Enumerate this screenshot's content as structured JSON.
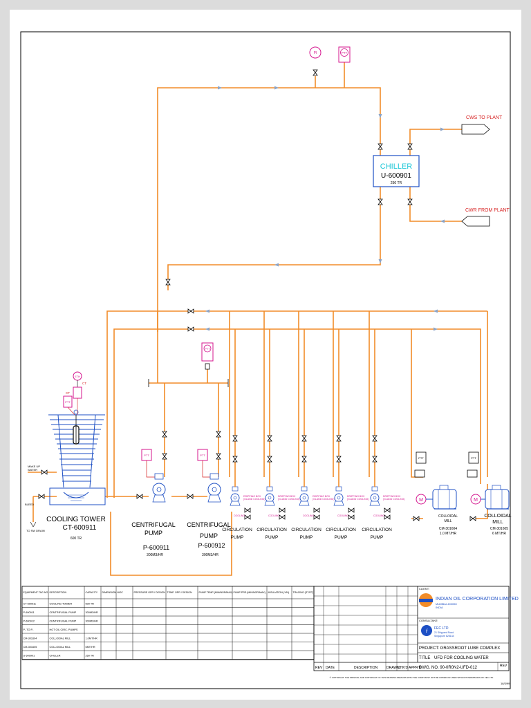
{
  "colors": {
    "pipe": "#f28c28",
    "instrument": "#d4148e",
    "stream_label": "#d61f1f",
    "chiller_title": "#20c8d8",
    "equipment": "#1d4fc4",
    "client_text": "#1d4fc4"
  },
  "instruments": {
    "pi": "PI",
    "ptt": "PTT",
    "ptt_tower": "PTT",
    "ptt_header": "PTT",
    "ptt_pump_1": "PTT",
    "ptt_pump_2": "PTT",
    "ptt_mill": "PTT",
    "ti_tower": "ETH",
    "ct_label": "CT",
    "pt_label": "CT"
  },
  "streams": {
    "cws_to_plant": "CWS TO PLANT",
    "cwr_from_plant": "CWR FROM PLANT",
    "make_up": "MAKE UP\nWATER",
    "make_up_1": "MAKE UP",
    "make_up_2": "WATER",
    "bleed": "BLEED",
    "to_drain": "TO SW DRAIN"
  },
  "equipment": {
    "chiller_title": "CHILLER",
    "chiller_tag": "U-600901",
    "chiller_cap": "250 TR",
    "tower_name": "COOLING TOWER",
    "tower_tag": "CT-600911",
    "tower_cap": "600 TR",
    "pump1_l1": "CENTRIFUGAL",
    "pump1_l2": "PUMP",
    "pump1_tag": "P-600911",
    "pump1_cap": "300M3/HR",
    "pump2_l1": "CENTRIFUGAL",
    "pump2_l2": "PUMP",
    "pump2_tag": "P-600912",
    "pump2_cap": "300M3/HR",
    "circ_l1": "CIRCULATION",
    "circ_l2": "PUMP",
    "circ_tag_a": "DRIPPING BOX",
    "circ_tag_b": "(GLAND COOLING)",
    "circ_tag_c": "COOLING",
    "mill1_name": "COLLOIDAL\nMILL",
    "mill1_l1": "COLLOIDAL",
    "mill1_l2": "MILL",
    "mill1_tag": "CM-301604",
    "mill1_cap": "1.0 MT/HR",
    "mill2_l1": "COLLOIDAL",
    "mill2_l2": "MILL",
    "mill2_tag": "CM-301605",
    "mill2_cap": "6 MT/HR",
    "motor": "M"
  },
  "equipment_table": {
    "headers": [
      "EQUIPMENT TAG NO.",
      "DESCRIPTION",
      "CAPACITY",
      "DIMENSION",
      "MOC",
      "PRESSURE OPR / DESIGN",
      "TEMP. OPR / DESIGN",
      "PUMP TEMP (MIN/NOR/MAX)",
      "PUMP PRE.(MIN/NOR/MAX)",
      "INSULATION (Y/N)",
      "TRACING (ST/ET)"
    ],
    "rows": [
      [
        "CT-600911",
        "COOLING TOWER",
        "600 TR"
      ],
      [
        "P-600911",
        "CENTRIFUGAL PUMP",
        "300M3/HR"
      ],
      [
        "P-600912",
        "CENTRIFUGAL PUMP",
        "300M3/HR"
      ],
      [
        "P- TO P-",
        "HOT OIL CIRC. PUMPS",
        ""
      ],
      [
        "CM-301604",
        "COLLOIDAL MILL",
        "1.0MT/HR"
      ],
      [
        "CM-301605",
        "COLLOIDAL MILL",
        "6MT/HR"
      ],
      [
        "U-600901",
        "CHILLER",
        "250 TR"
      ]
    ]
  },
  "title_block": {
    "client_label": "CLIENT:",
    "client_name": "INDIAN OIL CORPORATION LIMITED",
    "client_addr1": "MUMBAI-400050",
    "client_addr2": "INDIA",
    "consultant_label": "CONSULTANT:",
    "consultant_name": "FEC LTD",
    "consultant_addr1": "21 Shipyard Road",
    "consultant_addr2": "Singapore 628144",
    "project": "PROJECT: GRASSROOT LUBE COMPLEX",
    "title_label": "TITLE",
    "title": "UFD FOR COOLING WATER",
    "dwg": "DWG. NO. 90-0R0N2-UFD-012",
    "rev_label": "REV",
    "rev_cols": [
      "REV",
      "DATE",
      "DESCRIPTION",
      "DRAWN",
      "CHK'D",
      "APPR'D"
    ],
    "copyright": "© COPYRIGHT: THE ORIGINAL AND COPYRIGHT OF THIS DRAWING REMAINS WITH THE CORP MUST NOT BE COPIED OR USED WITHOUT PERMISSION OF FEC LTD",
    "date": "18/3/99"
  }
}
